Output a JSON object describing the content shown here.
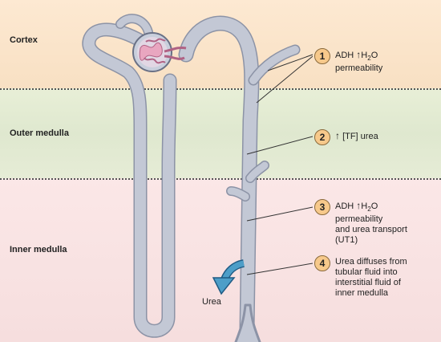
{
  "zones": {
    "cortex": "Cortex",
    "outer_medulla": "Outer medulla",
    "inner_medulla": "Inner medulla"
  },
  "callouts": [
    {
      "number": "1",
      "lines": [
        "ADH",
        "H",
        "2",
        "O",
        "permeability"
      ]
    },
    {
      "number": "2",
      "text": "[TF] urea"
    },
    {
      "number": "3",
      "lines": [
        "ADH",
        "H",
        "2",
        "O",
        "permeability",
        "and urea transport",
        "(UT1)"
      ]
    },
    {
      "number": "4",
      "lines": [
        "Urea diffuses from",
        "tubular fluid into",
        "interstitial fluid of",
        "inner medulla"
      ]
    }
  ],
  "urea_label": "Urea",
  "up_arrow": "↑",
  "colors": {
    "tubule": "#b9bfcd",
    "tubule_edge": "#8c93a6",
    "glomerulus": "#e9a6c0",
    "badge": "#f7c98b",
    "urea_arrow": "#4d9ec8"
  }
}
